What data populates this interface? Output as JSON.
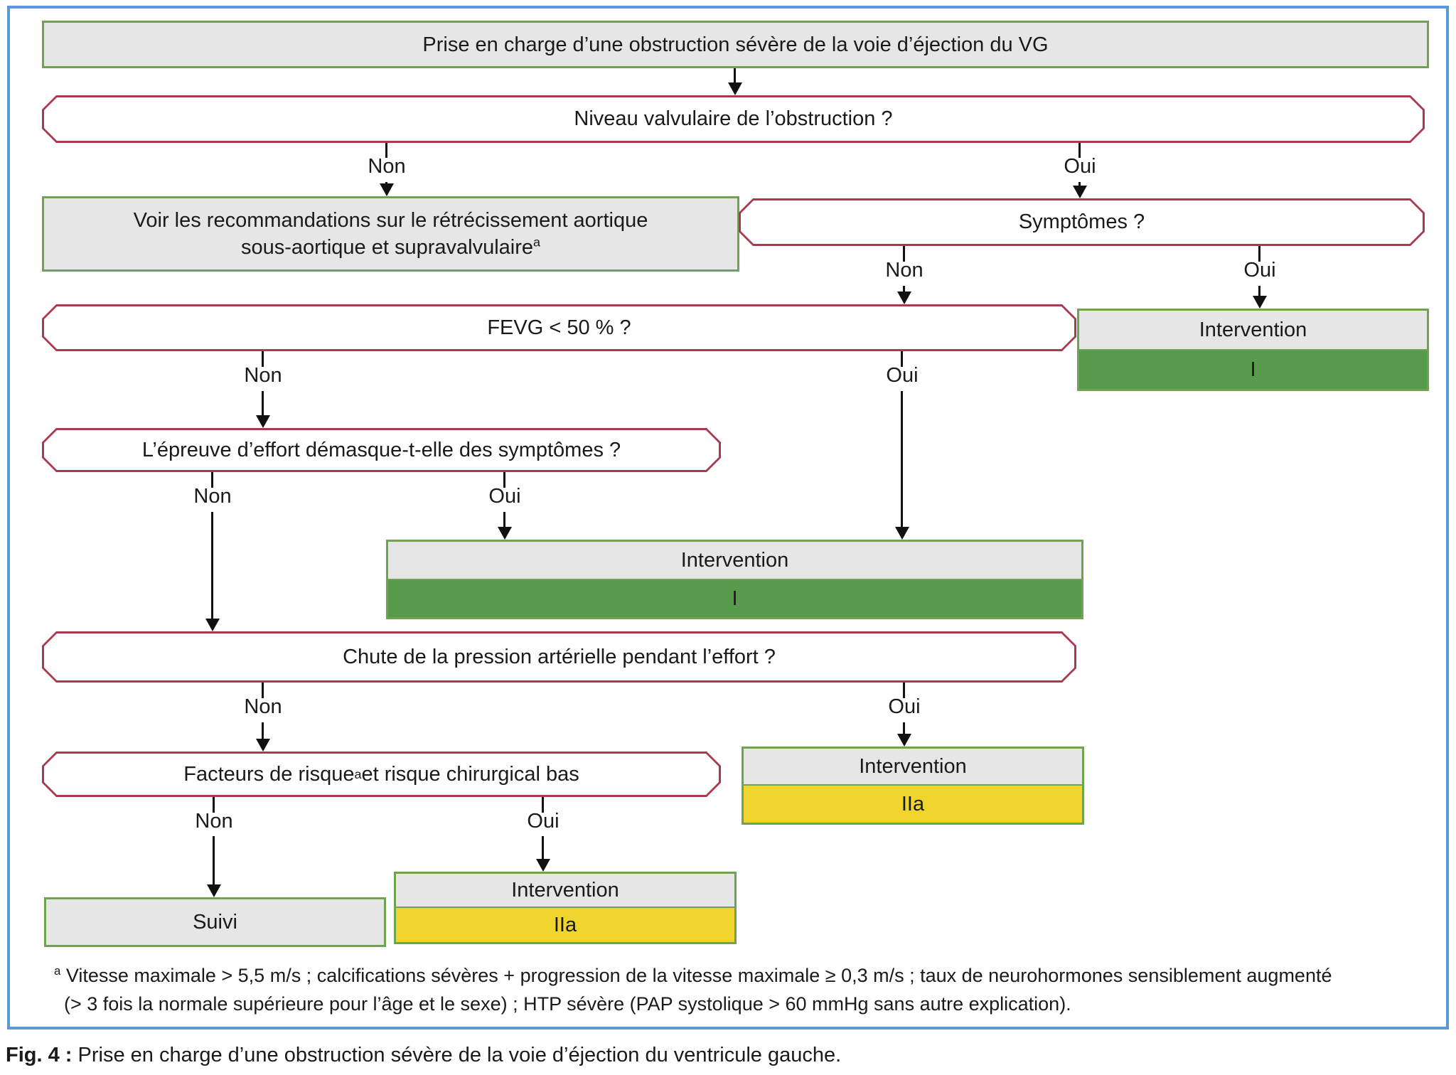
{
  "labels": {
    "non": "Non",
    "oui": "Oui"
  },
  "flowchart": {
    "start": "Prise en charge d’une obstruction sévère de la voie d’éjection du VG",
    "q_level": "Niveau valvulaire de l’obstruction ?",
    "reco": {
      "line1": "Voir les recommandations sur le rétrécissement aortique",
      "line2": "sous-aortique et supravalvulaire",
      "footnote_mark": "a"
    },
    "q_symptoms": "Symptômes ?",
    "q_fevg": "FEVG < 50 % ?",
    "q_exercise": "L’épreuve d’effort démasque-t-elle des symptômes ?",
    "q_bp_drop": "Chute de la pression artérielle pendant l’effort ?",
    "q_risk": {
      "part1": "Facteurs de risque",
      "footnote_mark": "a",
      "part2": " et risque chirurgical bas"
    },
    "interventions": {
      "symptomatic": {
        "title": "Intervention",
        "grade": "I"
      },
      "exercise": {
        "title": "Intervention",
        "grade": "I"
      },
      "bp_drop": {
        "title": "Intervention",
        "grade": "IIa"
      },
      "risk": {
        "title": "Intervention",
        "grade": "IIa"
      }
    },
    "suivi": "Suivi"
  },
  "footnote": {
    "mark": "a",
    "line1": " Vitesse maximale > 5,5 m/s ; calcifications sévères + progression de la vitesse maximale ≥ 0,3 m/s ; taux de neurohormones sensiblement augmenté",
    "line2": "(> 3 fois la normale supérieure pour l’âge et le sexe) ; HTP sévère (PAP systolique > 60 mmHg sans autre explication)."
  },
  "caption": {
    "prefix": "Fig. 4 :",
    "text": " Prise en charge d’une obstruction sévère de la voie d’éjection du ventricule gauche."
  },
  "colors": {
    "frame_blue": "#5b9bd5",
    "box_gray": "#e6e6e6",
    "green_border": "#6fa351",
    "class_i_green": "#579a4b",
    "class_iia_yellow": "#efd52e",
    "question_red": "#a93a4d",
    "text_black": "#1a1a1a",
    "connector_black": "#111111"
  }
}
